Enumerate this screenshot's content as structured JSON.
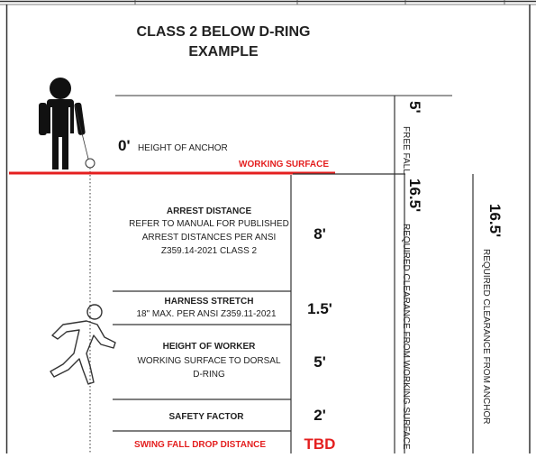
{
  "title": {
    "line1": "CLASS 2 BELOW D-RING",
    "line2": "EXAMPLE"
  },
  "anchor": {
    "value": "0'",
    "label": "HEIGHT OF ANCHOR"
  },
  "working_surface_label": "WORKING SURFACE",
  "rows": [
    {
      "title": "ARREST DISTANCE",
      "desc": [
        "REFER TO MANUAL FOR PUBLISHED",
        "ARREST DISTANCES PER ANSI",
        "Z359.14-2021 CLASS 2"
      ],
      "value": "8'"
    },
    {
      "title": "HARNESS STRETCH",
      "desc": [
        "18\" MAX. PER ANSI Z359.11-2021"
      ],
      "value": "1.5'"
    },
    {
      "title": "HEIGHT OF WORKER",
      "desc": [
        "WORKING SURFACE TO DORSAL",
        "D-RING"
      ],
      "value": "5'"
    },
    {
      "title": "SAFETY FACTOR",
      "desc": [],
      "value": "2'"
    },
    {
      "title": "SWING FALL DROP DISTANCE",
      "desc": [],
      "value": "TBD"
    }
  ],
  "free_fall": {
    "value": "5'",
    "label": "FREE FALL"
  },
  "clearance_working": {
    "value": "16.5'",
    "label": "REQUIRED CLEARANCE FROM WORKING SURFACE"
  },
  "clearance_anchor": {
    "value": "16.5'",
    "label": "REQUIRED CLEARANCE FROM ANCHOR"
  },
  "colors": {
    "accent_red": "#e41f1f",
    "text": "#1a1a1a",
    "lines": "#333333"
  }
}
